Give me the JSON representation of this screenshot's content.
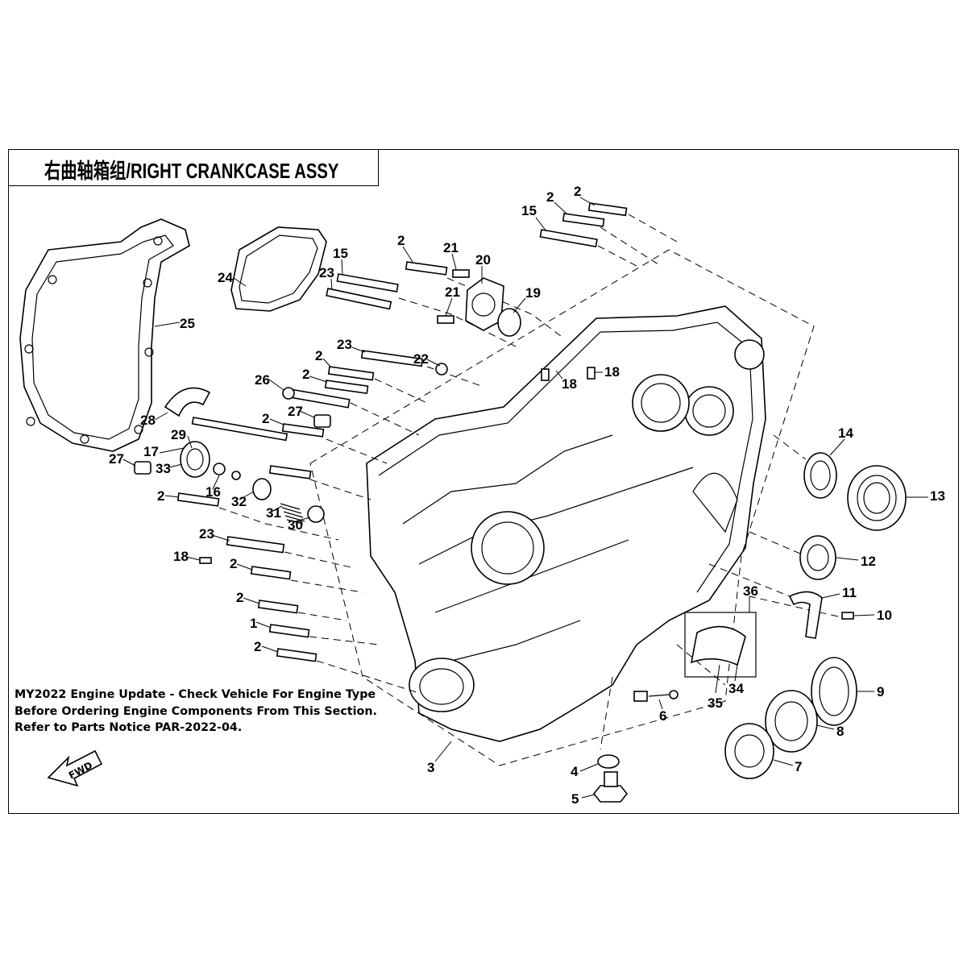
{
  "title": "右曲轴箱组/RIGHT CRANKCASE ASSY",
  "notice": {
    "line1": "MY2022 Engine Update - Check Vehicle For Engine Type",
    "line2": "Before Ordering Engine Components From This Section.",
    "line3": "Refer to Parts Notice PAR-2022-04."
  },
  "direction_arrow": "FWD",
  "callouts": [
    "2",
    "2",
    "15",
    "2",
    "21",
    "20",
    "15",
    "23",
    "21",
    "19",
    "24",
    "25",
    "23",
    "22",
    "18",
    "18",
    "2",
    "2",
    "26",
    "2",
    "27",
    "28",
    "29",
    "17",
    "27",
    "33",
    "16",
    "2",
    "32",
    "31",
    "30",
    "23",
    "18",
    "2",
    "2",
    "1",
    "2",
    "14",
    "13",
    "12",
    "11",
    "10",
    "36",
    "35",
    "34",
    "9",
    "8",
    "7",
    "6",
    "4",
    "5",
    "3"
  ]
}
